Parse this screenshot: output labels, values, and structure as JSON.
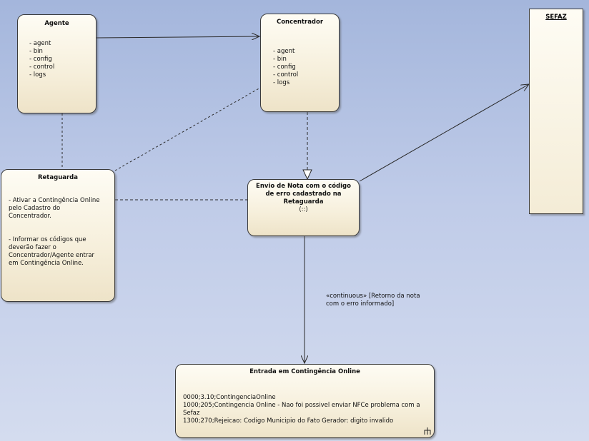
{
  "nodes": {
    "agente": {
      "title": "Agente",
      "items": [
        "agent",
        "bin",
        "config",
        "control",
        "logs"
      ]
    },
    "concentrador": {
      "title": "Concentrador",
      "items": [
        "agent",
        "bin",
        "config",
        "control",
        "logs"
      ]
    },
    "sefaz": {
      "title": "SEFAZ"
    },
    "retaguarda": {
      "title": "Retaguarda",
      "p1": "- Ativar a Contingência Online\npelo Cadastro do\nConcentrador.",
      "p2": "- Informar os códigos que\ndeverão fazer o\nConcentrador/Agente entrar\nem Contingência Online."
    },
    "envio": {
      "title": "Envio de Nota com o código de erro cadastrado na Retaguarda",
      "stereotype": "(::)"
    },
    "entrada": {
      "title": "Entrada em Contingência Online",
      "lines": "0000;3.10;ContingenciaOnline\n1000;205;Contingencia Online - Nao foi possivel enviar NFCe problema com a Sefaz\n1300;270;Rejeicao: Codigo Municipio do Fato Gerador: digito invalido"
    }
  },
  "edges": {
    "envio_to_entrada_label": "«continuous» [Retorno da nota com o erro informado]"
  },
  "colors": {
    "background_top": "#a4b6dc",
    "node_fill": "#f6efdb",
    "line": "#2a2a2a"
  }
}
